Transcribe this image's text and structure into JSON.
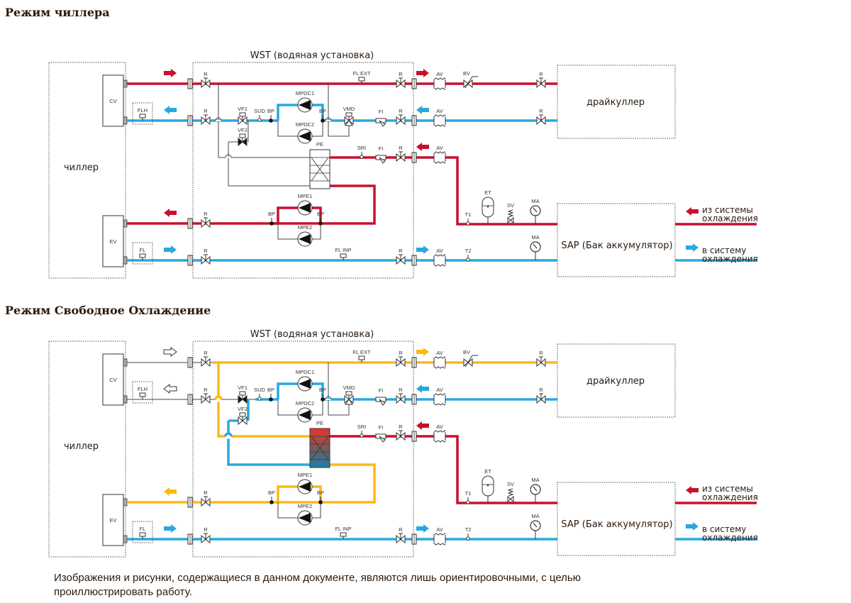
{
  "colors": {
    "hot": "#c8102e",
    "cold": "#29a8e0",
    "free": "#fdb913",
    "line": "#444444",
    "text": "#2a1a0e"
  },
  "sections": [
    {
      "title": "Режим чиллера",
      "wst_label": "WST (водяная установка)",
      "chiller_label": "чиллер",
      "drycooler_label": "драйкуллер",
      "sap_label": "SAP (Бак аккумулятор)",
      "from_system_label": [
        "из системы",
        "охлаждения"
      ],
      "to_system_label": [
        "в систему",
        "охлаждения"
      ],
      "condenser": "CV",
      "evaporator": "EV",
      "flow_switch_top": "FLH",
      "flow_switch_bottom": "FL",
      "components": {
        "R": "R",
        "FL_EXT": "FL EXT",
        "FL_INP": "FL INP",
        "AV": "AV",
        "BV": "BV",
        "VF1": "VF1",
        "VF2": "VF2",
        "SUD": "SUD",
        "BP": "BP",
        "MPDC1": "MPDC1",
        "MPDC2": "MPDC2",
        "VMD": "VMD",
        "FI": "FI",
        "PE": "PE",
        "SRI": "SRI",
        "MPE1": "MPE1",
        "MPE2": "MPE2",
        "ET": "ET",
        "SV": "SV",
        "MA": "MA",
        "T1": "T1",
        "T2": "T2"
      }
    },
    {
      "title": "Режим Свободное Охлаждение",
      "wst_label": "WST (водяная установка)",
      "chiller_label": "чиллер",
      "drycooler_label": "драйкуллер",
      "sap_label": "SAP (Бак аккумулятор)",
      "from_system_label": [
        "из системы",
        "охлаждения"
      ],
      "to_system_label": [
        "в систему",
        "охлаждения"
      ],
      "condenser": "CV",
      "evaporator": "EV",
      "flow_switch_top": "FLH",
      "flow_switch_bottom": "FL",
      "components": {
        "R": "R",
        "FL_EXT": "FL EXT",
        "FL_INP": "FL INP",
        "AV": "AV",
        "BV": "BV",
        "VF1": "VF1",
        "VF2": "VF2",
        "SUD": "SUD",
        "BP": "BP",
        "MPDC1": "MPDC1",
        "MPDC2": "MPDC2",
        "VMD": "VMD",
        "FI": "FI",
        "PE": "PE",
        "SRI": "SRI",
        "MPE1": "MPE1",
        "MPE2": "MPE2",
        "ET": "ET",
        "SV": "SV",
        "MA": "MA",
        "T1": "T1",
        "T2": "T2"
      }
    }
  ],
  "footnote": "Изображения и рисунки, содержащиеся в данном документе, являются лишь ориентировочными, с целью проиллюстрировать работу."
}
